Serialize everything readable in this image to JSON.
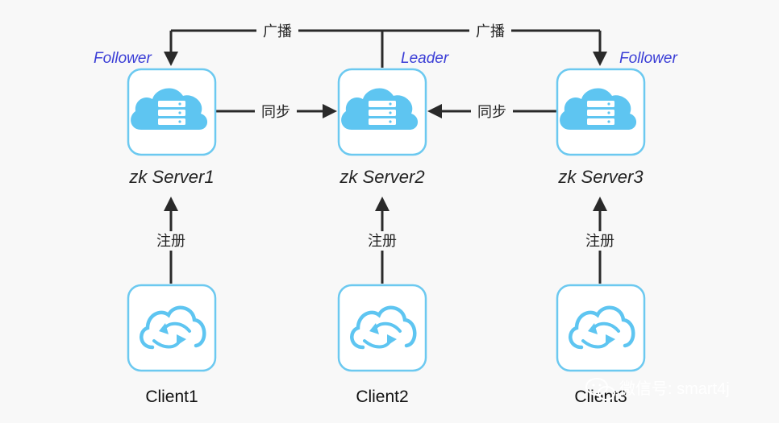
{
  "diagram": {
    "colors": {
      "background": "#f8f8f8",
      "box_border": "#6cc9f0",
      "icon_fill": "#5ec5f1",
      "role_text": "#3a3dd6",
      "edge": "#2a2a2a"
    },
    "servers": [
      {
        "name": "zk Server1",
        "role": "Follower",
        "icon": "cloud-server-icon"
      },
      {
        "name": "zk Server2",
        "role": "Leader",
        "icon": "cloud-server-icon"
      },
      {
        "name": "zk Server3",
        "role": "Follower",
        "icon": "cloud-server-icon"
      }
    ],
    "clients": [
      {
        "name": "Client1",
        "icon": "cloud-sync-icon"
      },
      {
        "name": "Client2",
        "icon": "cloud-sync-icon"
      },
      {
        "name": "Client3",
        "icon": "cloud-sync-icon"
      }
    ],
    "edges": {
      "broadcast_left": "广播",
      "broadcast_right": "广播",
      "sync_left": "同步",
      "sync_right": "同步",
      "register_1": "注册",
      "register_2": "注册",
      "register_3": "注册"
    },
    "watermark": {
      "text": "微信号: smart4j",
      "icon": "wechat-icon"
    }
  }
}
